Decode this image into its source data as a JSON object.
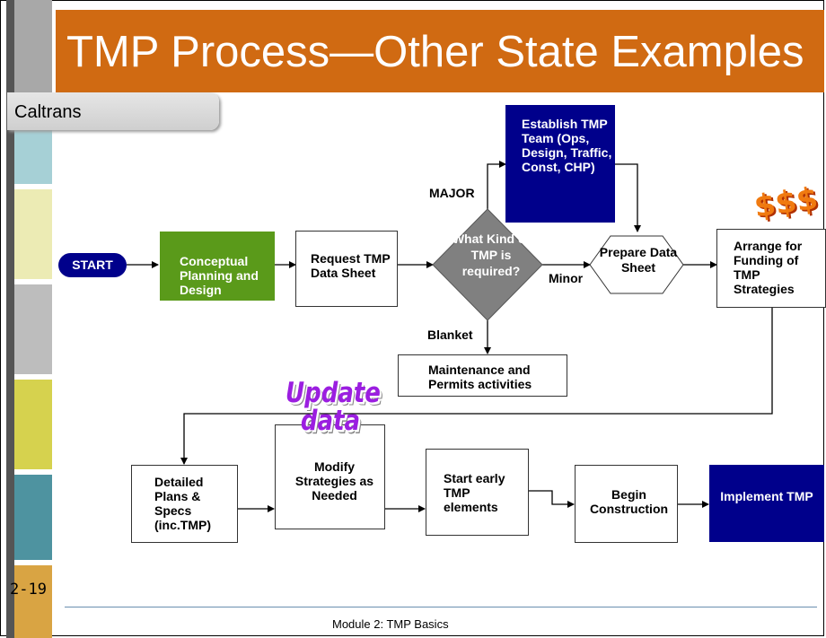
{
  "slide": {
    "title": "TMP Process—Other State Examples",
    "tab_label": "Caltrans",
    "page_number": "2-19",
    "footer": "Module 2: TMP Basics"
  },
  "flowchart": {
    "start": "START",
    "conceptual": "Conceptual Planning and Design",
    "request": "Request TMP Data Sheet",
    "decision": "What Kind of TMP is required?",
    "establish": "Establish TMP Team (Ops, Design, Traffic, Const, CHP)",
    "prepare": "Prepare Data Sheet",
    "arrange": "Arrange for Funding of TMP Strategies",
    "maintenance": "Maintenance and Permits activities",
    "detailed": "Detailed Plans & Specs (inc.TMP)",
    "modify": "Modify Strategies as Needed",
    "start_early": "Start early TMP elements",
    "begin": "Begin Construction",
    "implement": "Implement TMP",
    "label_major": "MAJOR",
    "label_minor": "Minor",
    "label_blanket": "Blanket",
    "wordart_update": "Update data",
    "money_sign": "$$$"
  },
  "colors": {
    "title_bar": "#d06a12",
    "green_box": "#5a9a1a",
    "navy_box": "#00008b",
    "decision": "#808080"
  }
}
